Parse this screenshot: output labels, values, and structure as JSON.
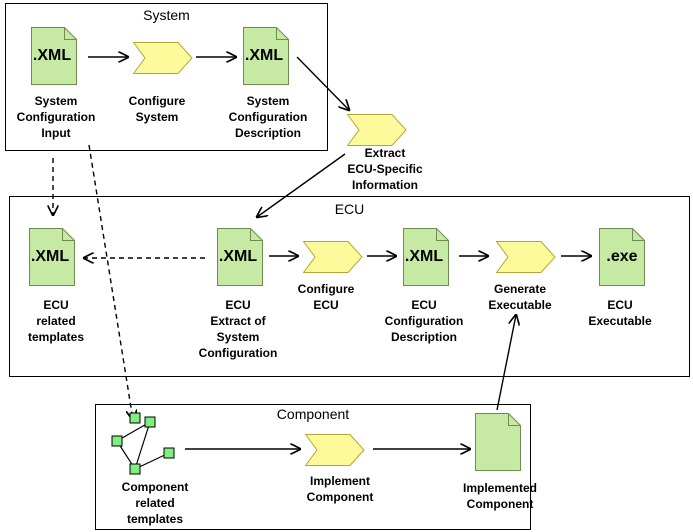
{
  "system": {
    "title": "System",
    "input_label": "System\nConfiguration\nInput",
    "configure_label": "Configure\nSystem",
    "description_label": "System\nConfiguration\nDescription"
  },
  "extract_label": "Extract\nECU-Specific\nInformation",
  "ecu": {
    "title": "ECU",
    "templates_label": "ECU\nrelated\ntemplates",
    "extract_label": "ECU\nExtract of\nSystem\nConfiguration",
    "configure_label": "Configure\nECU",
    "description_label": "ECU\nConfiguration\nDescription",
    "generate_label": "Generate\nExecutable",
    "executable_label": "ECU\nExecutable"
  },
  "component": {
    "title": "Component",
    "templates_label": "Component\nrelated\ntemplates",
    "implement_label": "Implement\nComponent",
    "implemented_label": "Implemented\nComponent"
  },
  "file_tags": {
    "xml": ".XML",
    "exe": ".exe"
  },
  "colors": {
    "document_fill": "#c6eaa3",
    "document_stroke": "#6e8c52",
    "chevron_fill": "#fdfa9c",
    "chevron_stroke": "#b8a434",
    "node_fill": "#80ee80"
  }
}
